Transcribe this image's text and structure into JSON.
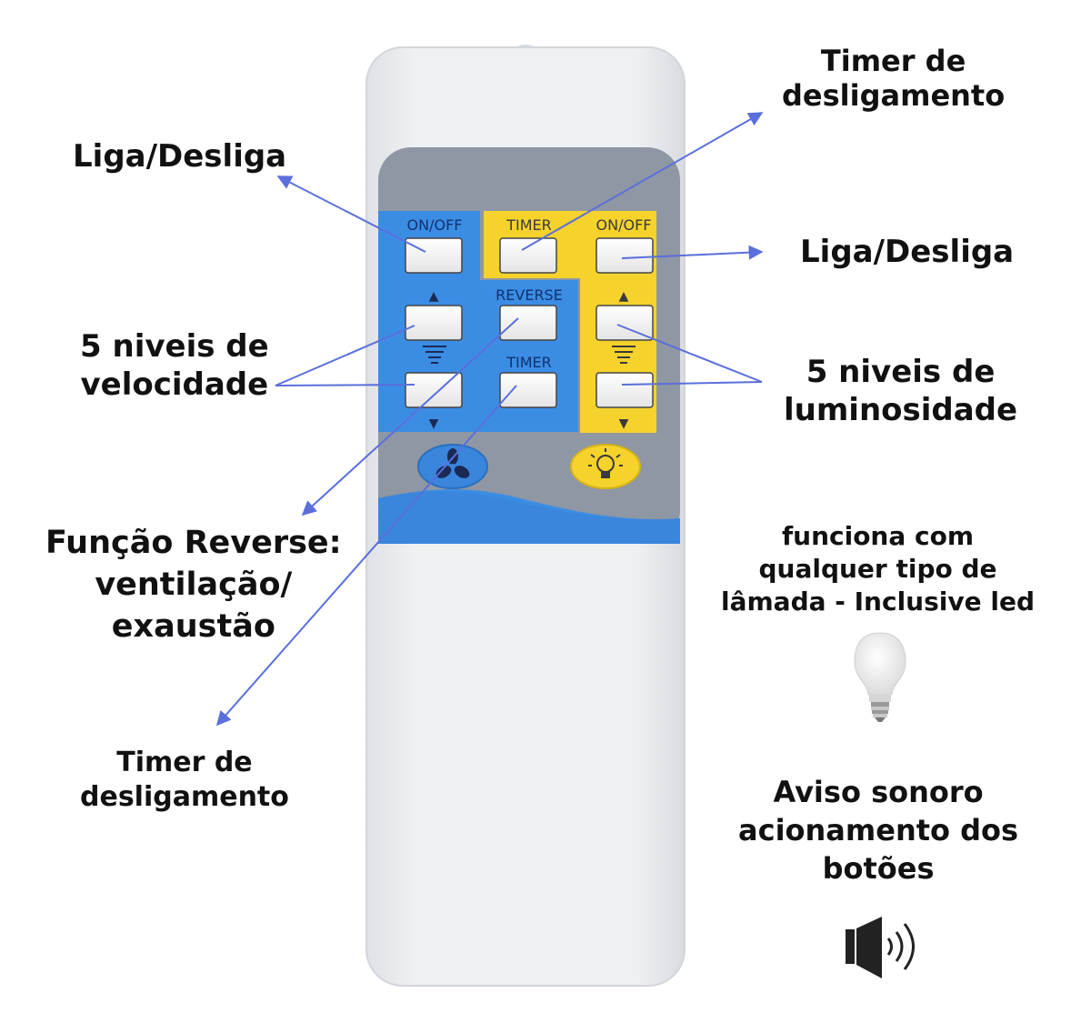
{
  "remote": {
    "left_onoff": "ON/OFF",
    "timer_top": "TIMER",
    "right_onoff": "ON/OFF",
    "up_left": "▲",
    "reverse": "REVERSE",
    "up_right": "▲",
    "timer_mid": "TIMER",
    "down_left": "▼",
    "down_right": "▼"
  },
  "annotations": {
    "onoff_left": "Liga/Desliga",
    "timer_top": [
      "Timer de",
      "desligamento"
    ],
    "onoff_right": "Liga/Desliga",
    "speed": [
      "5 niveis de",
      "velocidade"
    ],
    "luminosity": [
      "5 niveis de",
      "luminosidade"
    ],
    "reverse": [
      "Função Reverse:",
      "ventilação/",
      "exaustão"
    ],
    "lamp": [
      "funciona com",
      "qualquer tipo de",
      "lâmada - Inclusive led"
    ],
    "timer_bottom": [
      "Timer de",
      "desligamento"
    ],
    "sound": [
      "Aviso sonoro",
      "acionamento dos",
      "botões"
    ]
  },
  "icons": {
    "fan": "fan-icon",
    "bulb_button": "lightbulb-icon",
    "led_bulb": "led-bulb-icon",
    "speaker": "speaker-sound-icon"
  },
  "colors": {
    "arrow": "#5a6fdb",
    "blue_panel": "#3b8de4",
    "yellow_panel": "#f5d22c",
    "grey_panel": "#8e97a3",
    "remote_body": "#eceef1"
  }
}
